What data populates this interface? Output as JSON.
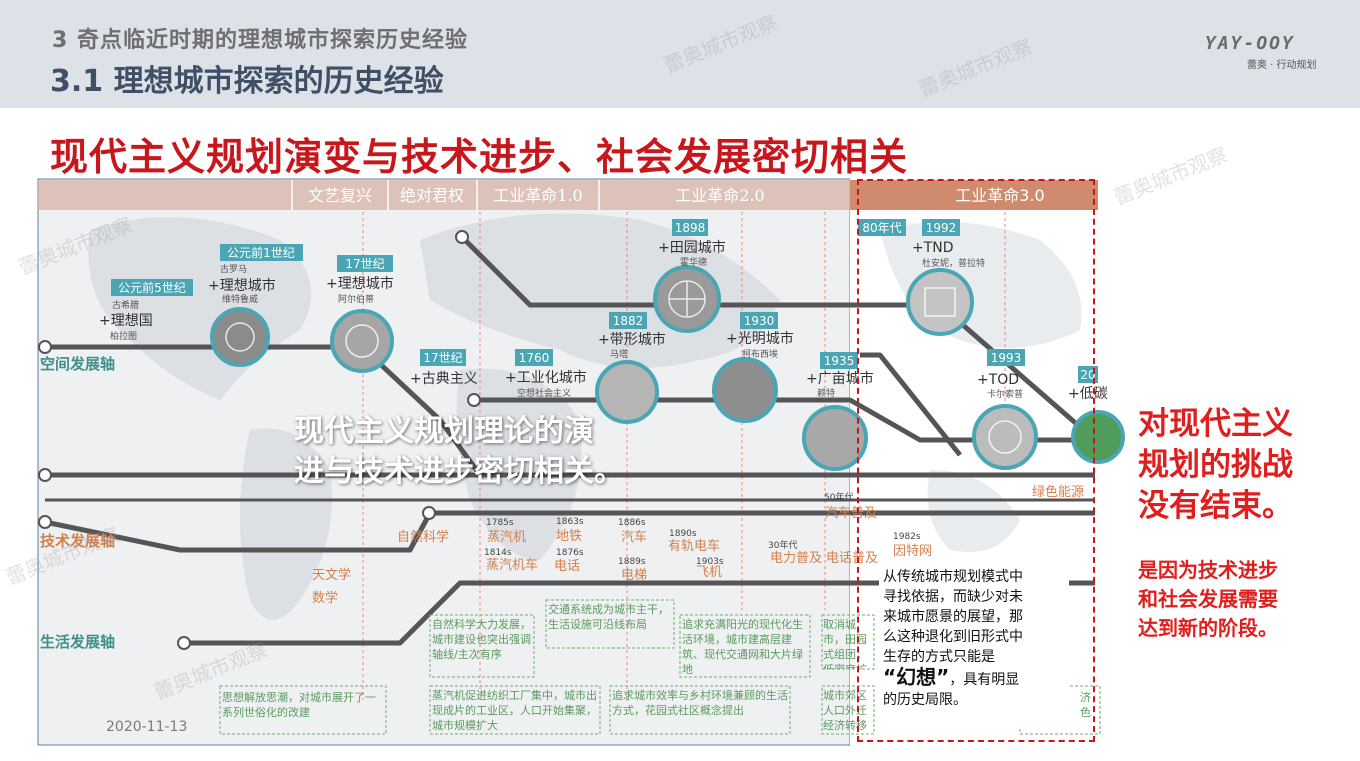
{
  "header": {
    "subtitle": "3 奇点临近时期的理想城市探索历史经验",
    "title": "3.1 理想城市探索的历史经验",
    "logo_text": "YAY-OOY",
    "logo_sub": "蕾奥 · 行动规划"
  },
  "headline": "现代主义规划演变与技术进步、社会发展密切相关",
  "eras": [
    "文艺复兴",
    "绝对君权",
    "工业革命1.0",
    "工业革命2.0",
    "工业革命3.0"
  ],
  "axes": [
    "空间发展轴",
    "技术发展轴",
    "生活发展轴"
  ],
  "space_nodes": [
    {
      "year": "公元前5世纪",
      "place": "古希腊",
      "name": "+理想国",
      "person": "柏拉图"
    },
    {
      "year": "公元前1世纪",
      "place": "古罗马",
      "name": "+理想城市",
      "person": "维特鲁威"
    },
    {
      "year": "17世纪",
      "name": "+理想城市",
      "person": "阿尔伯蒂"
    },
    {
      "year": "17世纪",
      "name": "+古典主义"
    },
    {
      "year": "1760",
      "name": "+工业化城市",
      "person": "空想社会主义"
    },
    {
      "year": "1898",
      "name": "+田园城市",
      "person": "霍华德"
    },
    {
      "year": "1882",
      "name": "+带形城市",
      "person": "马塔"
    },
    {
      "year": "1930",
      "name": "+光明城市",
      "person": "柯布西埃"
    },
    {
      "year": "1935",
      "name": "+广亩城市",
      "person": "赖特"
    },
    {
      "year": "80年代"
    },
    {
      "year": "1992",
      "name": "+TND",
      "person": "杜安妮，普拉特"
    },
    {
      "year": "1993",
      "name": "+TOD",
      "person": "卡尔索普"
    },
    {
      "year": "20",
      "name": "+低碳"
    }
  ],
  "tech_items": [
    {
      "year": "",
      "name": "自然科学"
    },
    {
      "year": "1785s",
      "name": "蒸汽机"
    },
    {
      "year": "1814s",
      "name": "蒸汽机车"
    },
    {
      "year": "1863s",
      "name": "地铁"
    },
    {
      "year": "1876s",
      "name": "电话"
    },
    {
      "year": "1886s",
      "name": "汽车"
    },
    {
      "year": "1889s",
      "name": "电梯"
    },
    {
      "year": "1890s",
      "name": "有轨电车"
    },
    {
      "year": "1903s",
      "name": "飞机"
    },
    {
      "year": "30年代",
      "name": "电力普及"
    },
    {
      "year": "50年代",
      "name": "汽车普及"
    },
    {
      "year": "",
      "name": "电话普及"
    },
    {
      "year": "1982s",
      "name": "因特网"
    },
    {
      "year": "",
      "name": "绿色能源"
    }
  ],
  "left_labels": {
    "a": "天文学",
    "b": "数学"
  },
  "life_boxes": [
    "自然科学大力发展，城市建设也突出强调轴线/主次有序",
    "交通系统成为城市主干，生活设施可沿线布局",
    "追求充满阳光的现代化生活环境，城市建高层建筑、现代交通网和大片绿地",
    "取消城市，田园式组团，低密度扩散",
    "思想解放思潮，对城市展开了一系列世俗化的改建",
    "蒸汽机促进纺织工厂集中，城市出现成片的工业区，人口开始集聚，城市规模扩大",
    "追求城市效率与乡村环境兼顾的生活方式，花园式社区概念提出",
    "城市郊区人口外迁经济转移",
    "济色"
  ],
  "overlay": {
    "line1": "现代主义规划理论的演",
    "line2": "进与技术进步密切相关。"
  },
  "note": {
    "line1": "从传统城市规划模式中",
    "line2": "寻找依据，而缺少对未",
    "line3": "来城市愿景的展望，那",
    "line4": "么这种退化到旧形式中",
    "line5": "生存的方式只能是",
    "quote": "“幻想”",
    "line6": "，具有明显",
    "line7": "的历史局限。"
  },
  "right": {
    "l1": "对现代主义",
    "l2": "规划的挑战",
    "l3": "没有结束。",
    "s1": "是因为技术进步",
    "s2": "和社会发展需要",
    "s3": "达到新的阶段。"
  },
  "date": "2020-11-13",
  "watermark": "蕾奥城市观察",
  "colors": {
    "headline": "#c8161d",
    "era_bar": "#d08a6e",
    "space_axis": "#3f8f8a",
    "tech_axis": "#d4804c",
    "tag": "#4aa6b4",
    "line": "#555555"
  }
}
